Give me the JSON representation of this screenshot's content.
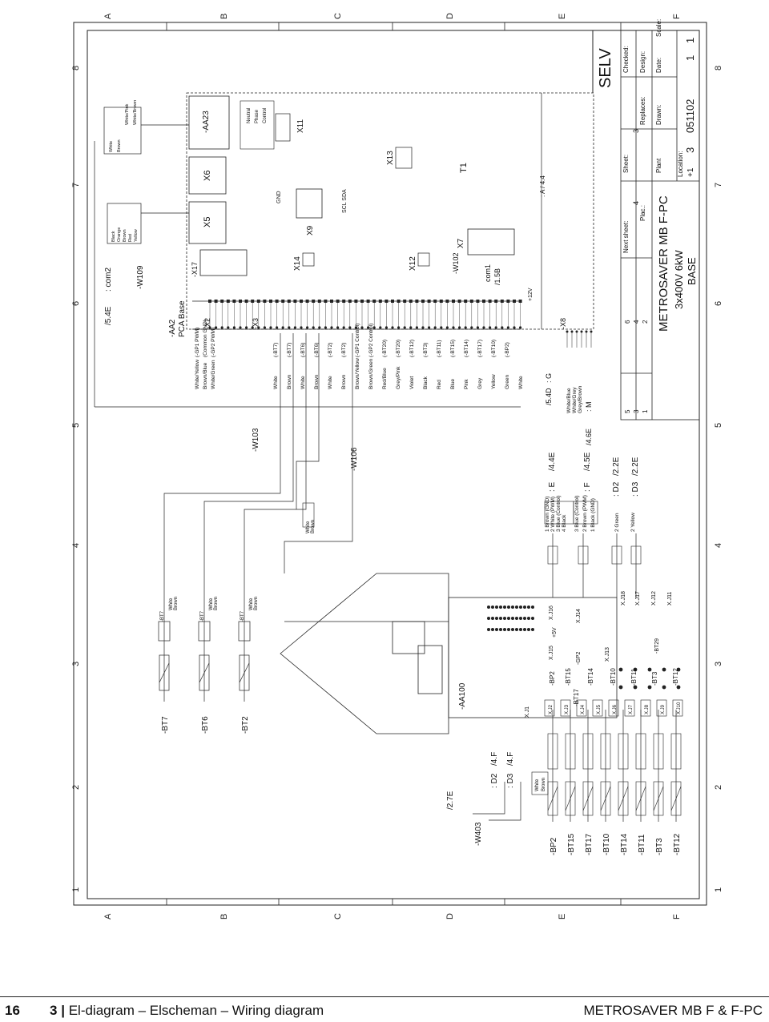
{
  "sheet": {
    "title": "METROSAVER MB F-PC",
    "subtitle": "3x400V 6kW",
    "variant": "BASE",
    "selv": "SELV",
    "border_letters": [
      "A",
      "B",
      "C",
      "D",
      "E",
      "F"
    ],
    "border_numbers": [
      "1",
      "2",
      "3",
      "4",
      "5",
      "6",
      "7",
      "8"
    ]
  },
  "title_block": {
    "revisions": [
      "5",
      "3",
      "1"
    ],
    "rev_values": [
      "6",
      "4",
      "2"
    ],
    "next_sheet_label": "Next sheet:",
    "next_sheet": "4",
    "sheet_label": "Sheet:",
    "sheet_no": "3",
    "checked_label": "Checked:",
    "plac_label": "Plac.:",
    "replaces_label": "Replaces:",
    "design_label": "Design:",
    "plant_label": "Plant",
    "drawn_label": "Drawn:",
    "date_label": "Date:",
    "scale_label": "Scale:",
    "location_label": "Location:",
    "location": "+1",
    "doc_no": "3",
    "date": "051102",
    "rev": "1",
    "scale": "1"
  },
  "components": {
    "pca": [
      "-AA2",
      "PCA Base"
    ],
    "aa23": "-AA23",
    "aa100": "-AA100",
    "x2": "-X2",
    "x3": "-X3",
    "x5": "X5",
    "x6": "X6",
    "x7": "X7",
    "x8": "-X8",
    "x9": "X9",
    "x11": "X11",
    "x12": "X12",
    "x13": "X13",
    "x14": "X14",
    "x17": "-X17",
    "t1": "T1",
    "gnd": "GND",
    "scl_sda": "SCL SDA",
    "com1": [
      "com1",
      "/1.5B"
    ],
    "com2": [
      "/5.4E",
      ": com2"
    ],
    "plus12v": "+12V",
    "ak4": ": A / 4.4",
    "x7_ref": "-W102",
    "w103": "-W103",
    "w106": "-W106",
    "w109": "-W109",
    "w403": [
      "-W403",
      "/2.7E"
    ],
    "w104_ref": "/5.4D",
    "w104_g": ": G",
    "m_ref": [
      "/4.6E",
      ": M"
    ],
    "e_ref": [
      ": E",
      "/4.4E"
    ],
    "f_ref": [
      ": F",
      "/4.5E"
    ],
    "d2_ref": [
      ": D2",
      "/2.2E"
    ],
    "d3_ref": [
      ": D3",
      "/2.2E"
    ],
    "d2_left": [
      ": D2",
      "/4.F"
    ],
    "d3_left": [
      ": D3",
      "/4.F"
    ],
    "aa23_labels": [
      "Neutral",
      "Phase",
      "Control"
    ],
    "gp1_label": "(-GP1)"
  },
  "sensors_top": [
    {
      "name": "-BT7",
      "conn": "-BT7",
      "wires": [
        "White",
        "Brown"
      ]
    },
    {
      "name": "-BT6",
      "conn": "-BT7",
      "wires": [
        "White",
        "Brown"
      ]
    },
    {
      "name": "-BT2",
      "conn": "-BT7",
      "wires": [
        "White",
        "Brown"
      ]
    }
  ],
  "sensors_bottom": [
    "-BP2",
    "-BT15",
    "-BT17",
    "-BT10",
    "-BT14",
    "-BT11",
    "-BT3",
    "-BT12"
  ],
  "connectors_bottom": [
    "X.J2",
    "X.J3",
    "X.J4",
    "X.J5",
    "X.J6",
    "X.J7",
    "X.J8",
    "X.J9",
    "X.J10"
  ],
  "aa100_mid": [
    "-BP2",
    "-BT15",
    "-BT14",
    "-BT17",
    "-BT10",
    "-BT11",
    "-BT3",
    "-BT12"
  ],
  "aa100_top": [
    "X.J16",
    "X.J15",
    "X.J18",
    "X.J17",
    "X.J12",
    "X.J11"
  ],
  "aa100_misc": [
    "+5V",
    "-BT29",
    "-GP2",
    "X.J13",
    "X.J14",
    "X.J1"
  ],
  "x2_wires": [
    {
      "color": "White/Yellow",
      "signal": "(-GP1 PWM)"
    },
    {
      "color": "Brown/Blue",
      "signal": "(Common GND)"
    },
    {
      "color": "White/Green",
      "signal": "(-GP2 PWM)"
    }
  ],
  "x3_wires": [
    {
      "color": "White",
      "signal": "(-BT7)"
    },
    {
      "color": "Brown",
      "signal": "(-BT7)"
    },
    {
      "color": "White",
      "signal": "(-BT6)"
    },
    {
      "color": "Brown",
      "signal": "(-BT6)"
    },
    {
      "color": "White",
      "signal": "(-BT2)"
    },
    {
      "color": "Brown",
      "signal": "(-BT2)"
    },
    {
      "color": "Brown/Yellow",
      "signal": "(-GP1 Control)"
    },
    {
      "color": "Brown/Green",
      "signal": "(-GP2 Control)"
    },
    {
      "color": "Red/Blue",
      "signal": "(-BT20)"
    },
    {
      "color": "Grey/Pink",
      "signal": "(-BT20)"
    },
    {
      "color": "Violet",
      "signal": "(-BT12)"
    },
    {
      "color": "Black",
      "signal": "(-BT3)"
    },
    {
      "color": "Red",
      "signal": "(-BT11)"
    },
    {
      "color": "Blue",
      "signal": "(-BT15)"
    },
    {
      "color": "Pink",
      "signal": "(-BT14)"
    },
    {
      "color": "Grey",
      "signal": "(-BT17)"
    },
    {
      "color": "Yellow",
      "signal": "(-BT10)"
    },
    {
      "color": "Green",
      "signal": "(-BP2)"
    },
    {
      "color": "White",
      "signal": ""
    }
  ],
  "x8_wires": [
    "White/Blue",
    "White/Grey",
    "Grey/Brown"
  ],
  "plug_e": [
    "1 Brown (GND)",
    "2 White (PWM)",
    "3 Blue (Control)",
    "4 Black"
  ],
  "plug_f": [
    "3 Blue (Control)",
    "2 Brown (PWM)",
    "1 Black (GND)"
  ],
  "plug_d2": "2 Green",
  "plug_d3": "2 Yellow",
  "x5_pins": [
    "Black",
    "Orange",
    "Brown",
    "Red",
    "Yellow"
  ],
  "aa23_pins": [
    "White",
    "Brown",
    "White/Pink",
    "White/Brown"
  ],
  "w403_plug": [
    "White",
    "Brown"
  ],
  "floating_plug": [
    "White",
    "Brown"
  ],
  "footer": {
    "page": "16",
    "chapter": "3",
    "sep": "|",
    "title": "El-diagram – Elscheman – Wiring diagram",
    "product": "METROSAVER MB F & F-PC"
  }
}
